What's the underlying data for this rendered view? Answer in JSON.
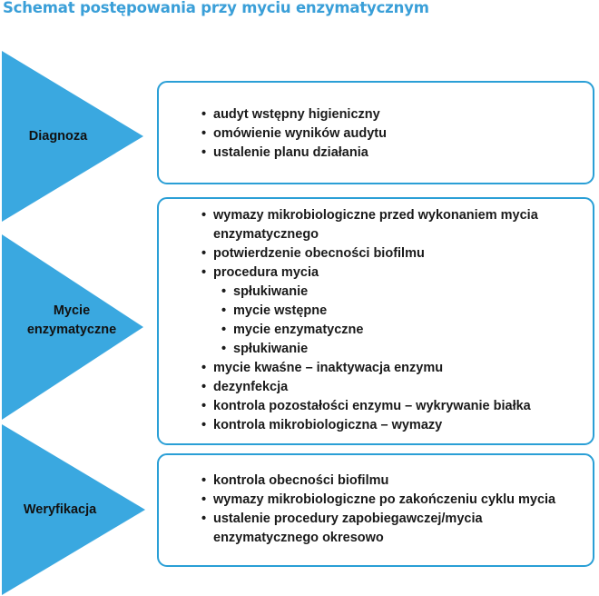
{
  "title": "Schemat postępowania przy myciu enzymatycznym",
  "colors": {
    "accent": "#3aa8e0",
    "border": "#2a9fd6",
    "title": "#3a9fd8"
  },
  "stages": [
    {
      "label": "Diagnoza",
      "items": [
        {
          "text": "audyt wstępny higieniczny",
          "level": 1
        },
        {
          "text": "omówienie wyników audytu",
          "level": 1
        },
        {
          "text": "ustalenie planu działania",
          "level": 1
        }
      ]
    },
    {
      "label_line1": "Mycie",
      "label_line2": "enzymatyczne",
      "items": [
        {
          "text": "wymazy mikrobiologiczne przed wykonaniem mycia",
          "level": 1
        },
        {
          "text": "enzymatycznego",
          "level": 0
        },
        {
          "text": "potwierdzenie obecności biofilmu",
          "level": 1
        },
        {
          "text": "procedura mycia",
          "level": 1
        },
        {
          "text": "spłukiwanie",
          "level": 2
        },
        {
          "text": "mycie wstępne",
          "level": 2
        },
        {
          "text": "mycie enzymatyczne",
          "level": 2
        },
        {
          "text": "spłukiwanie",
          "level": 2
        },
        {
          "text": "mycie kwaśne – inaktywacja enzymu",
          "level": 1
        },
        {
          "text": "dezynfekcja",
          "level": 1
        },
        {
          "text": "kontrola pozostałości enzymu – wykrywanie białka",
          "level": 1
        },
        {
          "text": "kontrola mikrobiologiczna – wymazy",
          "level": 1
        }
      ]
    },
    {
      "label": "Weryfikacja",
      "items": [
        {
          "text": "kontrola obecności biofilmu",
          "level": 1
        },
        {
          "text": "wymazy mikrobiologiczne po zakończeniu cyklu mycia",
          "level": 1
        },
        {
          "text": "ustalenie procedury zapobiegawczej/mycia",
          "level": 1
        },
        {
          "text": "enzymatycznego okresowo",
          "level": 0
        }
      ]
    }
  ]
}
